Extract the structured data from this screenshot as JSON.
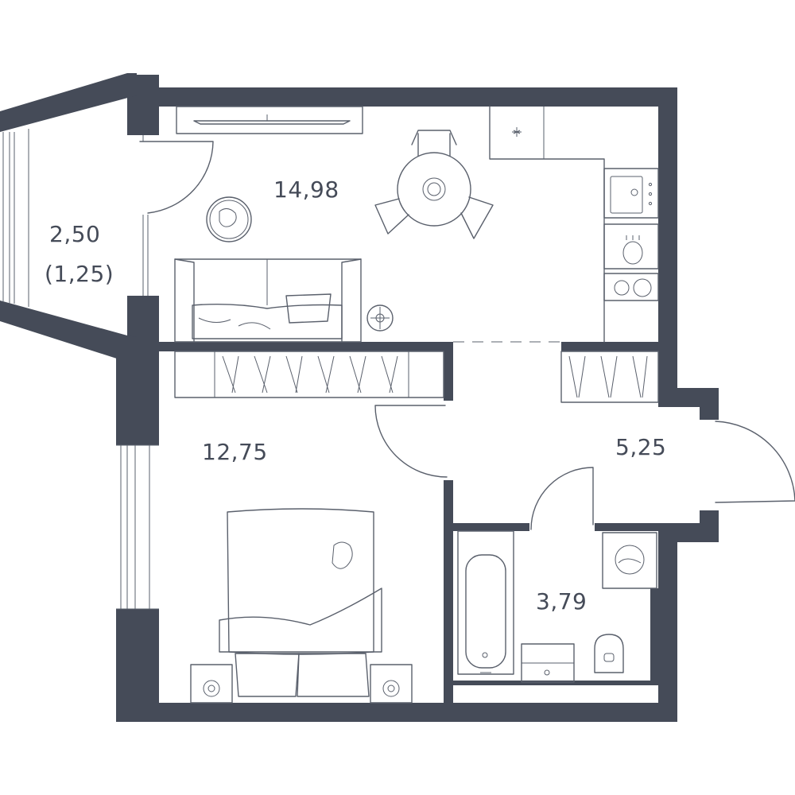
{
  "colors": {
    "wall": "#454b58",
    "line": "#5a606c",
    "text": "#454b58",
    "background": "#ffffff"
  },
  "rooms": {
    "living_kitchen": {
      "area": "14,98"
    },
    "balcony": {
      "area": "2,50",
      "area_reduced": "(1,25)"
    },
    "bedroom": {
      "area": "12,75"
    },
    "hallway": {
      "area": "5,25"
    },
    "bathroom": {
      "area": "3,79"
    }
  }
}
